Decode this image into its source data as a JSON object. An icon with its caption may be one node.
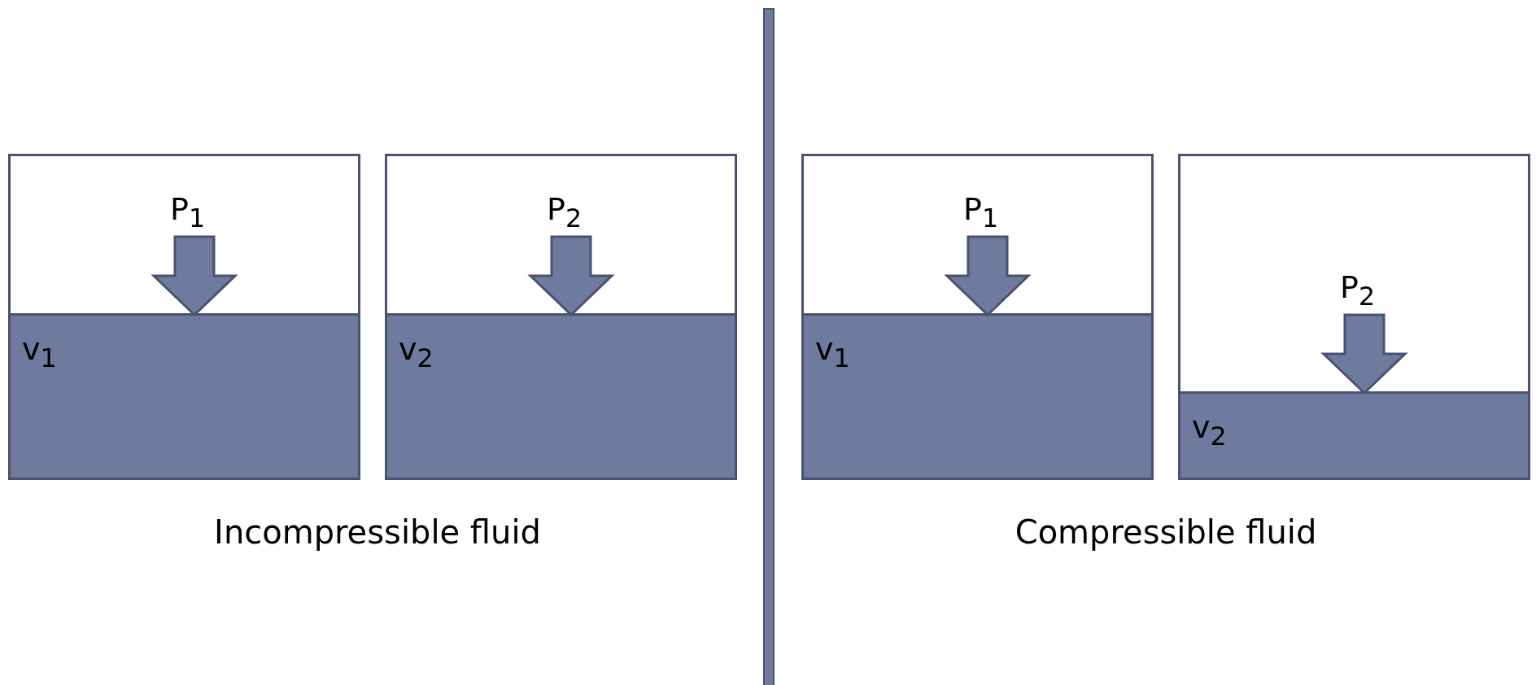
{
  "diagram": {
    "nodes": [
      {
        "text": [
          "P$_{1}$",
          "v$_{1}$"
        ]
      },
      {
        "text": [
          "P$_{2}$",
          "v$_{2}$"
        ]
      },
      {
        "text": [],
        "shape": "bar"
      },
      {
        "text": [
          "P$_{1}$",
          "v$_{1}$"
        ]
      },
      {
        "text": [
          "P$_{2}$",
          "v$_{2}$"
        ]
      }
    ],
    "labels": [
      "Incompressible fluid",
      "Compressible fluid"
    ]
  }
}
